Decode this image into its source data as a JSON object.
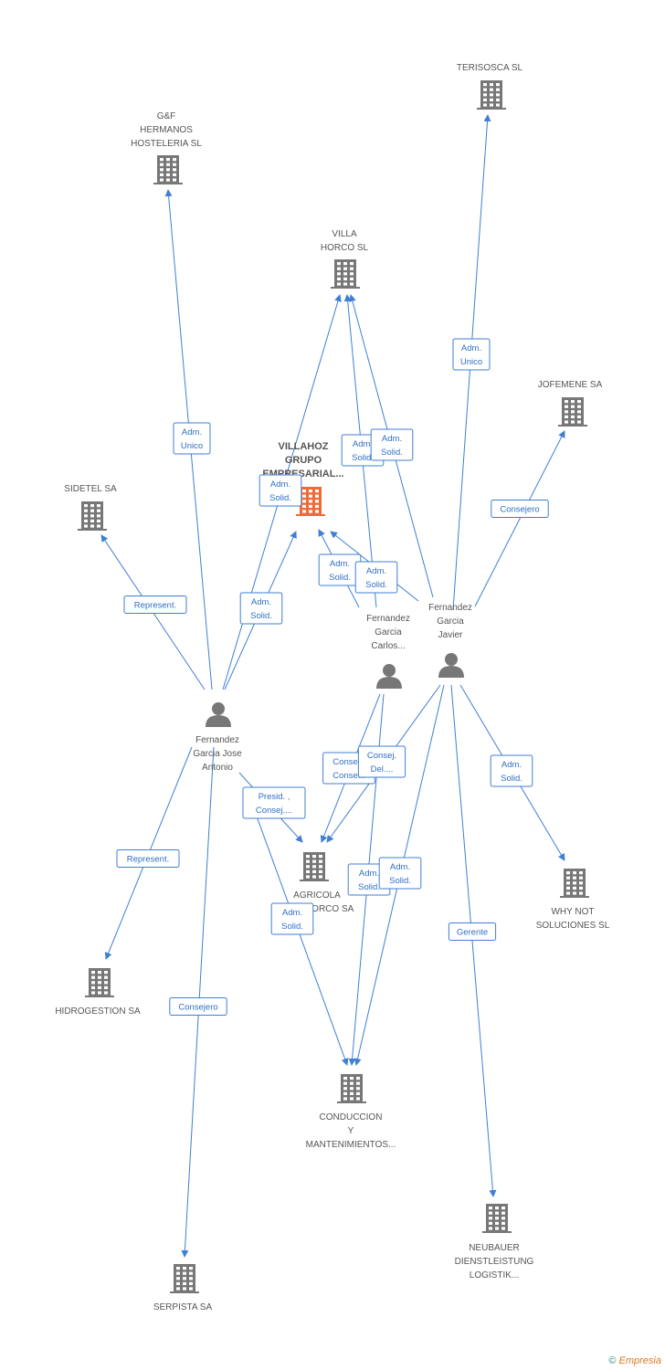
{
  "colors": {
    "edge": "#3f7fd4",
    "company": "#777777",
    "main_company": "#f06a35",
    "person": "#777777"
  },
  "nodes": [
    {
      "id": "terisosca",
      "type": "company",
      "label": [
        "TERISOSCA SL"
      ]
    },
    {
      "id": "gf",
      "type": "company",
      "label": [
        "G&F",
        "HERMANOS",
        "HOSTELERIA SL"
      ]
    },
    {
      "id": "villa",
      "type": "company",
      "label": [
        "VILLA",
        "HORCO SL"
      ]
    },
    {
      "id": "jofemene",
      "type": "company",
      "label": [
        "JOFEMENE SA"
      ]
    },
    {
      "id": "villahoz",
      "type": "company",
      "main": true,
      "label": [
        "VILLAHOZ",
        "GRUPO",
        "EMPRESARIAL..."
      ]
    },
    {
      "id": "sidetel",
      "type": "company",
      "label": [
        "SIDETEL SA"
      ]
    },
    {
      "id": "fgjavier",
      "type": "person",
      "label": [
        "Fernandez",
        "Garcia",
        "Javier"
      ]
    },
    {
      "id": "fgcarlos",
      "type": "person",
      "label": [
        "Fernandez",
        "Garcia",
        "Carlos..."
      ]
    },
    {
      "id": "fgjose",
      "type": "person",
      "label": [
        "Fernandez",
        "Garcia Jose",
        "Antonio"
      ]
    },
    {
      "id": "agricola",
      "type": "company",
      "label": [
        "AGRICOLA",
        "VILLAHORCO SA"
      ]
    },
    {
      "id": "whynot",
      "type": "company",
      "label": [
        "WHY NOT",
        "SOLUCIONES SL"
      ]
    },
    {
      "id": "hidro",
      "type": "company",
      "label": [
        "HIDROGESTION SA"
      ]
    },
    {
      "id": "conduccion",
      "type": "company",
      "label": [
        "CONDUCCION",
        "Y",
        "MANTENIMIENTOS..."
      ]
    },
    {
      "id": "neubauer",
      "type": "company",
      "label": [
        "NEUBAUER",
        "DIENSTLEISTUNG",
        "LOGISTIK..."
      ]
    },
    {
      "id": "serpista",
      "type": "company",
      "label": [
        "SERPISTA SA"
      ]
    }
  ],
  "edges": [
    {
      "from": "fgjose",
      "to": "gf",
      "label": [
        "Adm.",
        "Unico"
      ]
    },
    {
      "from": "fgjose",
      "to": "villa",
      "label": [
        "Adm.",
        "Solid."
      ]
    },
    {
      "from": "fgjose",
      "to": "villahoz",
      "label": [
        "Adm.",
        "Solid."
      ]
    },
    {
      "from": "fgjose",
      "to": "sidetel",
      "label": [
        "Represent."
      ]
    },
    {
      "from": "fgjose",
      "to": "hidro",
      "label": [
        "Represent."
      ]
    },
    {
      "from": "fgjose",
      "to": "serpista",
      "label": [
        "Consejero"
      ]
    },
    {
      "from": "fgjose",
      "to": "agricola",
      "label": [
        "Presid. ,",
        "Consej...."
      ]
    },
    {
      "from": "fgjose",
      "to": "conduccion",
      "label": [
        "Adm.",
        "Solid."
      ]
    },
    {
      "from": "fgcarlos",
      "to": "villa",
      "label": [
        "Adm.",
        "Solid."
      ]
    },
    {
      "from": "fgcarlos",
      "to": "villahoz",
      "label": [
        "Adm.",
        "Solid."
      ]
    },
    {
      "from": "fgcarlos",
      "to": "agricola",
      "label": [
        "Conse...",
        "Conse..."
      ]
    },
    {
      "from": "fgcarlos",
      "to": "conduccion",
      "label": [
        "Adm.",
        "Solid."
      ]
    },
    {
      "from": "fgjavier",
      "to": "terisosca",
      "label": [
        "Adm.",
        "Unico"
      ]
    },
    {
      "from": "fgjavier",
      "to": "jofemene",
      "label": [
        "Consejero"
      ]
    },
    {
      "from": "fgjavier",
      "to": "villa",
      "label": [
        "Adm.",
        "Solid."
      ]
    },
    {
      "from": "fgjavier",
      "to": "villahoz",
      "label": [
        "Adm.",
        "Solid."
      ]
    },
    {
      "from": "fgjavier",
      "to": "agricola",
      "label": [
        "Consej.",
        "Del...."
      ]
    },
    {
      "from": "fgjavier",
      "to": "whynot",
      "label": [
        "Adm.",
        "Solid."
      ]
    },
    {
      "from": "fgjavier",
      "to": "conduccion",
      "label": [
        "Adm.",
        "Solid."
      ]
    },
    {
      "from": "fgjavier",
      "to": "neubauer",
      "label": [
        "Gerente"
      ]
    }
  ],
  "footer": {
    "copyright": "©",
    "brand": "Empresia"
  }
}
